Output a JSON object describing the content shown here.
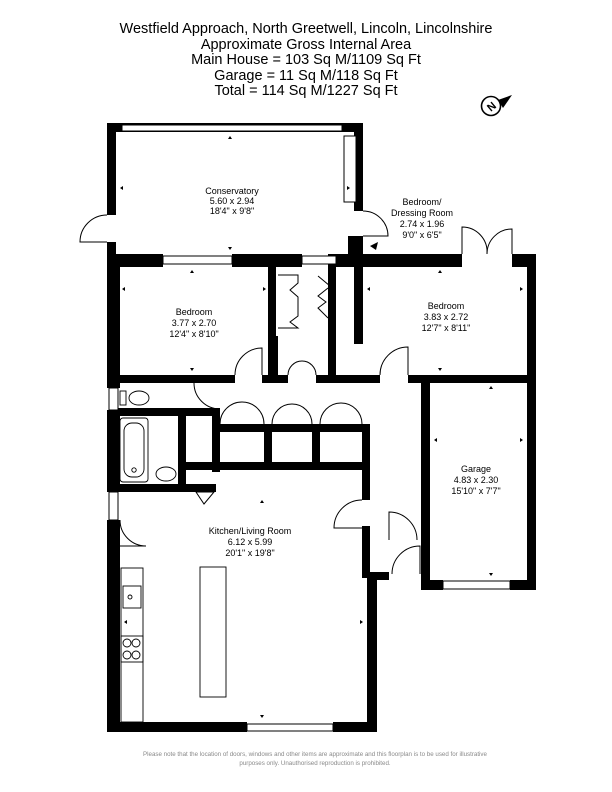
{
  "header": {
    "address": "Westfield Approach, North Greetwell, Lincoln, Lincolnshire",
    "area_title": "Approximate Gross Internal Area",
    "main_house": "Main House = 103 Sq M/1109 Sq Ft",
    "garage": "Garage = 11 Sq M/118 Sq Ft",
    "total": "Total = 114 Sq M/1227 Sq Ft"
  },
  "compass": {
    "letter": "N"
  },
  "rooms": {
    "conservatory": {
      "name": "Conservatory",
      "metric": "5.60 x 2.94",
      "imperial": "18'4\" x 9'8\""
    },
    "dressing": {
      "name1": "Bedroom/",
      "name2": "Dressing Room",
      "metric": "2.74 x 1.96",
      "imperial": "9'0\" x 6'5\""
    },
    "bedroom_left": {
      "name": "Bedroom",
      "metric": "3.77 x 2.70",
      "imperial": "12'4\" x 8'10\""
    },
    "bedroom_right": {
      "name": "Bedroom",
      "metric": "3.83 x 2.72",
      "imperial": "12'7\" x 8'11\""
    },
    "garage": {
      "name": "Garage",
      "metric": "4.83 x 2.30",
      "imperial": "15'10\" x 7'7\""
    },
    "kitchen": {
      "name": "Kitchen/Living Room",
      "metric": "6.12 x 5.99",
      "imperial": "20'1\" x 19'8\""
    }
  },
  "disclaimer": {
    "line1": "Please note that the location of doors, windows and other items are approximate and this floorplan is to be used for illustrative",
    "line2": "purposes only. Unauthorised reproduction is prohibited."
  }
}
